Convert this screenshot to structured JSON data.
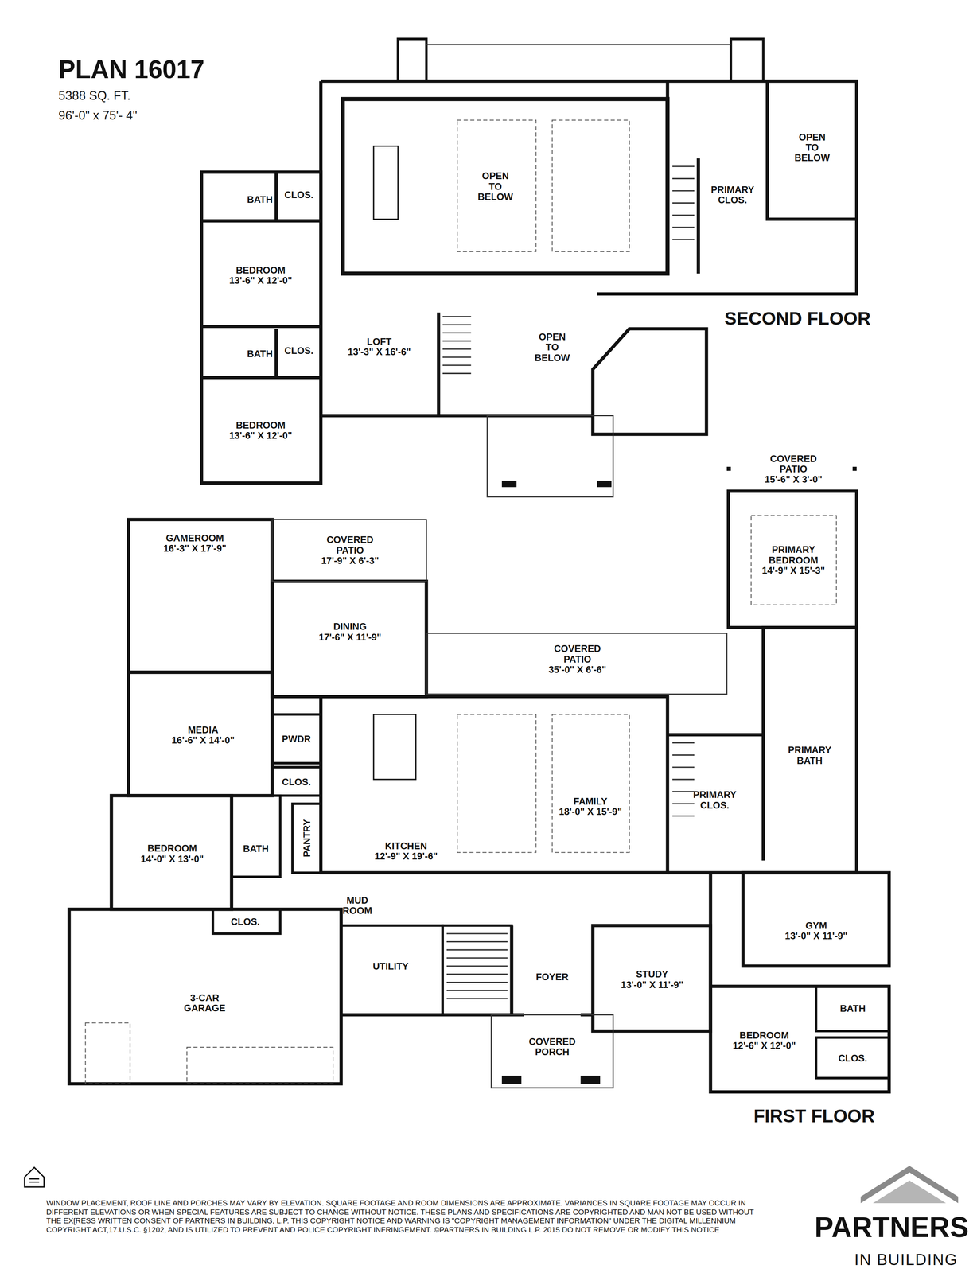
{
  "diagram": {
    "title": "PLAN 16017",
    "nodes": [
      {
        "text": [
          "BATH"
        ]
      },
      {
        "text": [
          "CLOS."
        ]
      },
      {
        "text": [
          "BEDROOM",
          "13'-6\" X 12'-0\""
        ]
      },
      {
        "text": [
          "OPEN TO BELOW"
        ]
      },
      {
        "text": [
          "OPEN TO BELOW"
        ]
      },
      {
        "text": [
          "PRIMARY CLOS."
        ]
      },
      {
        "text": [
          "LOFT",
          "13'-3\" X 16'-6\""
        ]
      },
      {
        "text": [
          "BATH"
        ]
      },
      {
        "text": [
          "CLOS."
        ]
      },
      {
        "text": [
          "OPEN TO BELOW"
        ]
      },
      {
        "text": [
          "BEDROOM",
          "13'-6\" X 12'-0\""
        ]
      },
      {
        "text": [
          "GAMEROOM",
          "16'-3\" X 17'-9\""
        ]
      },
      {
        "text": [
          "COVERED PATIO",
          "17'-9\" X 6'-3\""
        ]
      },
      {
        "text": [
          "COVERED PATIO",
          "15'-6\" X 3'-0\""
        ]
      },
      {
        "text": [
          "PRIMARY BEDROOM",
          "14'-9\" X 15'-3\""
        ]
      },
      {
        "text": [
          "DINING",
          "17'-6\" X 11'-9\""
        ]
      },
      {
        "text": [
          "COVERED PATIO",
          "35'-0\" X 6'-6\""
        ]
      },
      {
        "text": [
          "MEDIA",
          "16'-6\" X 14'-0\""
        ]
      },
      {
        "text": [
          "PWDR"
        ]
      },
      {
        "text": [
          "PRIMARY BATH"
        ]
      },
      {
        "text": [
          "CLOS."
        ]
      },
      {
        "text": [
          "FAMILY",
          "18'-0\" X 15'-9\""
        ]
      },
      {
        "text": [
          "PRIMARY CLOS."
        ]
      },
      {
        "text": [
          "BEDROOM",
          "14'-0\" X 13'-0\""
        ]
      },
      {
        "text": [
          "BATH"
        ]
      },
      {
        "text": [
          "PANTRY"
        ]
      },
      {
        "text": [
          "KITCHEN",
          "12'-9\" X 19'-6\""
        ]
      },
      {
        "text": [
          "GYM",
          "13'-0\" X 11'-9\""
        ]
      },
      {
        "text": [
          "CLOS."
        ]
      },
      {
        "text": [
          "MUD ROOM"
        ]
      },
      {
        "text": [
          "UTILITY"
        ]
      },
      {
        "text": [
          "FOYER"
        ]
      },
      {
        "text": [
          "STUDY",
          "13'-0\" X 11'-9\""
        ]
      },
      {
        "text": [
          "BATH"
        ]
      },
      {
        "text": [
          "3-CAR GARAGE"
        ]
      },
      {
        "text": [
          "COVERED PORCH"
        ]
      },
      {
        "text": [
          "BEDROOM",
          "12'-6\" X 12'-0\""
        ]
      },
      {
        "text": [
          "CLOS."
        ]
      }
    ],
    "labels": [
      "5388 SQ. FT.",
      "96'-0\" x 75'- 4\"",
      "SECOND FLOOR",
      "FIRST FLOOR",
      "WINDOW PLACEMENT, ROOF LINE AND PORCHES MAY VARY BY ELEVATION.  SQUARE FOOTAGE AND ROOM DIMENSIONS ARE APPROXIMATE. VARIANCES IN SQUARE FOOTAGE MAY OCCUR IN DIFFERENT ELEVATIONS OR  WHEN SPECIAL FEATURES ARE SUBJECT TO CHANGE WITHOUT NOTICE. THESE PLANS AND SPECIFICATIONS ARE COPYRIGHTED AND MAN NOT BE USED WITHOUT THE EX[RESS WRITTEN CONSENT OF PARTNERS IN BUILDING, L.P. THIS COPYRIGHT NOTICE AND WARNING IS \"COPYRIGHT MANAGEMENT INFORMATION\" UNDER THE DIGITAL MILLENNIUM COPYRIGHT ACT,17.U.S.C. §1202, AND IS UTILIZED TO PREVENT AND POLICE COPYRIGHT INFRINGEMENT. ©PARTNERS IN BUILDING L.P. 2015  DO NOT REMOVE OR MODIFY THIS NOTICE",
      "PARTNERS",
      "IN BUILDING"
    ]
  }
}
